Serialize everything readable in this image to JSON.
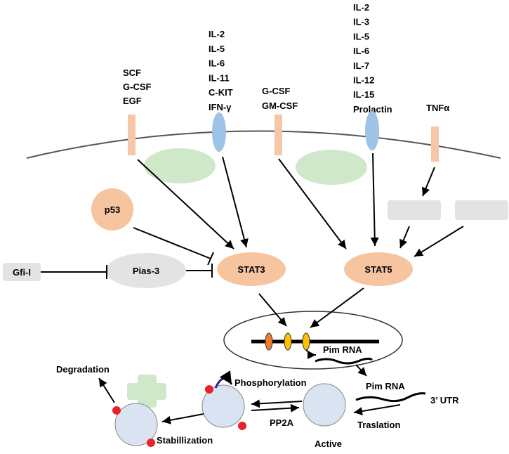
{
  "ligand_groups": {
    "scf_group": [
      "SCF",
      "G-CSF",
      "EGF"
    ],
    "il2_group": [
      "IL-2",
      "IL-5",
      "IL-6",
      "IL-11",
      "C-KIT",
      "IFN-γ"
    ],
    "gcsf_group": [
      "G-CSF",
      "GM-CSF"
    ],
    "il_group_2": [
      "IL-2",
      "IL-3",
      "IL-5",
      "IL-6",
      "IL-7",
      "IL-12",
      "IL-15",
      "Prolactin"
    ],
    "tnf_group": [
      "TNFα"
    ]
  },
  "nodes": {
    "p53": "p53",
    "gfi1": "Gfi-I",
    "pias3": "Pias-3",
    "stat3": "STAT3",
    "stat5": "STAT5",
    "pim_rna_nucleus": "Pim RNA",
    "pim_rna_cyto": "Pim RNA",
    "utr": "3’ UTR",
    "translation": "Traslation",
    "active": "Active",
    "pp2a": "PP2A",
    "phosphorylation": "Phosphorylation",
    "stabilization": "Stabillization",
    "degradation": "Degradation"
  },
  "colors": {
    "receptor_orange": "#f5c6a8",
    "receptor_blue": "#9dc3e6",
    "kinase_green": "#cfe8c9",
    "stat_orange": "#f7c4a0",
    "grey_box": "#e3e3e3",
    "protein_circle": "#dae3f2",
    "phospho_red": "#e8212b"
  }
}
